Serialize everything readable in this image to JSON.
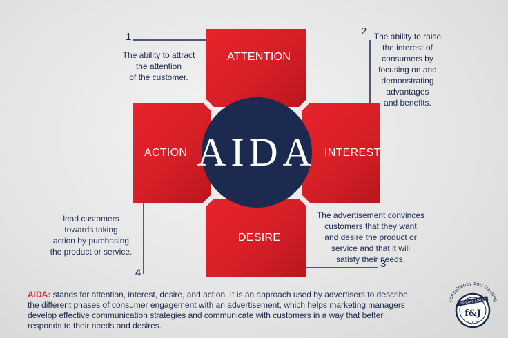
{
  "center": {
    "label": "AIDA"
  },
  "stages": {
    "attention": {
      "label": "ATTENTION",
      "number": "1",
      "description": [
        "The ability to attract",
        "the attention",
        "of the customer."
      ]
    },
    "interest": {
      "label": "INTEREST",
      "number": "2",
      "description": [
        "The ability to raise",
        "the interest of",
        "consumers by",
        "focusing on and",
        "demonstrating",
        "advantages",
        "and benefits."
      ]
    },
    "desire": {
      "label": "DESIRE",
      "number": "3",
      "description": [
        "The advertisement convinces",
        "customers that they want",
        "and desire the product or",
        "service and that it will",
        "satisfy their needs."
      ]
    },
    "action": {
      "label": "ACTION",
      "number": "4",
      "description": [
        "lead customers",
        "towards taking",
        "action by purchasing",
        "the product or service."
      ]
    }
  },
  "footer": {
    "term": "AIDA:",
    "text": " stands for attention, interest, desire, and action. It  is an approach used by advertisers to describe the different phases of consumer engagement with an advertisement, which helps marketing managers develop effective communication strategies and communicate with customers in a way that better responds to their needs and desires."
  },
  "logo": {
    "arc_text": "consultancy and training",
    "ribbon_text": "FISH AND JUNGLE",
    "monogram": "f&J"
  },
  "colors": {
    "red": "#e0232b",
    "navy": "#1b2a4e",
    "background": "#e4e4e4"
  }
}
